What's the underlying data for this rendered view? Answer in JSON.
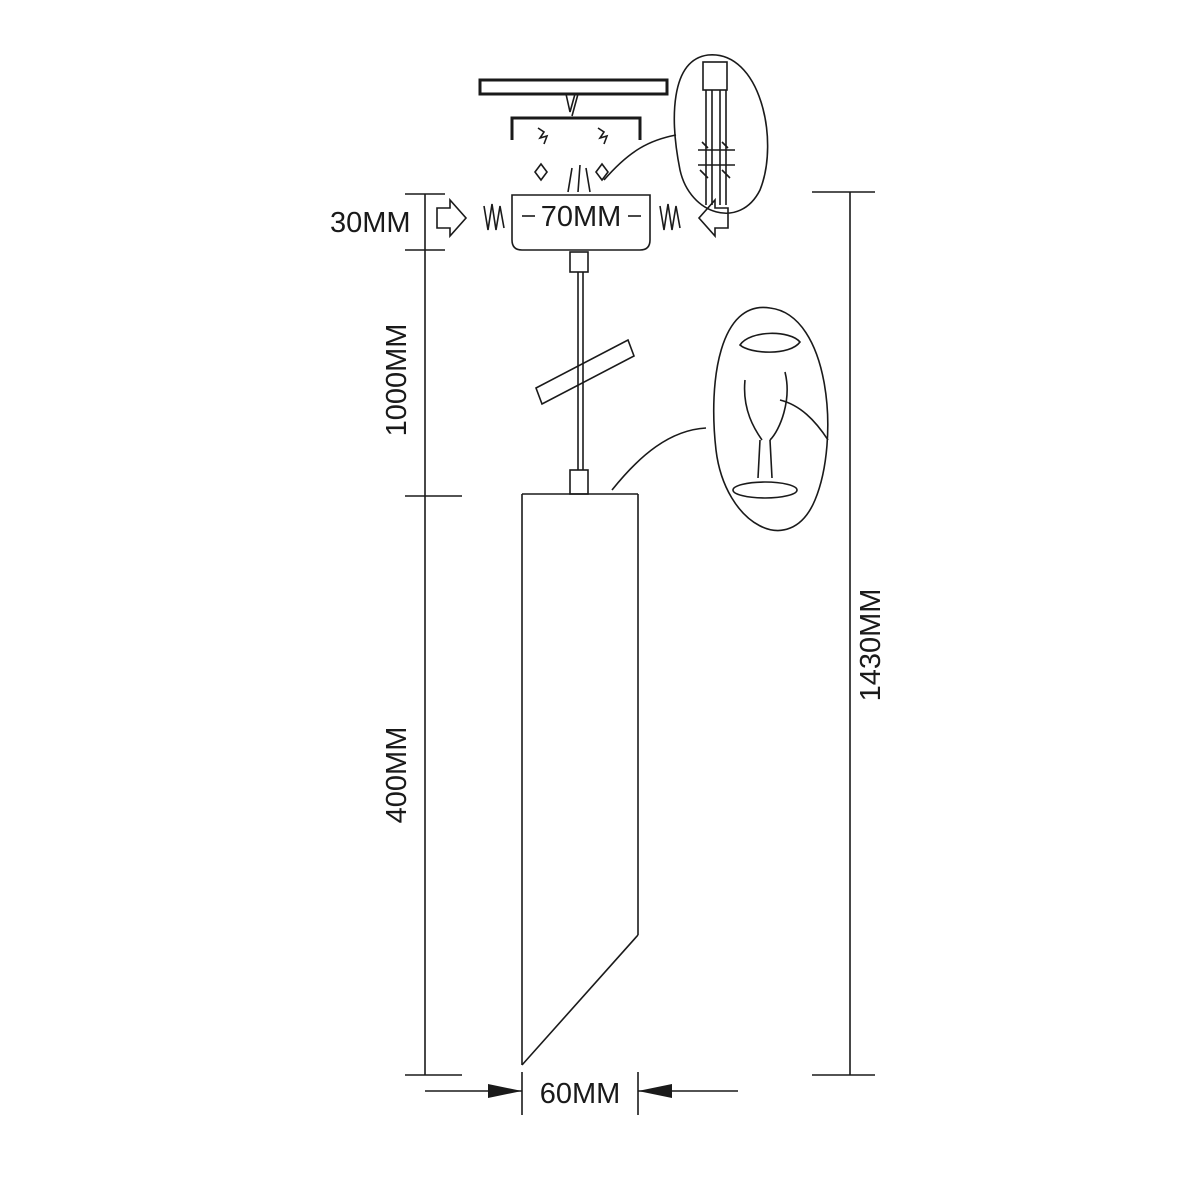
{
  "dimensions": {
    "canopy_height": "30MM",
    "canopy_width": "70MM",
    "cable_length": "1000MM",
    "body_length": "400MM",
    "total_height": "1430MM",
    "body_diameter": "60MM"
  },
  "colors": {
    "line": "#1a1a1a",
    "background": "#ffffff"
  }
}
